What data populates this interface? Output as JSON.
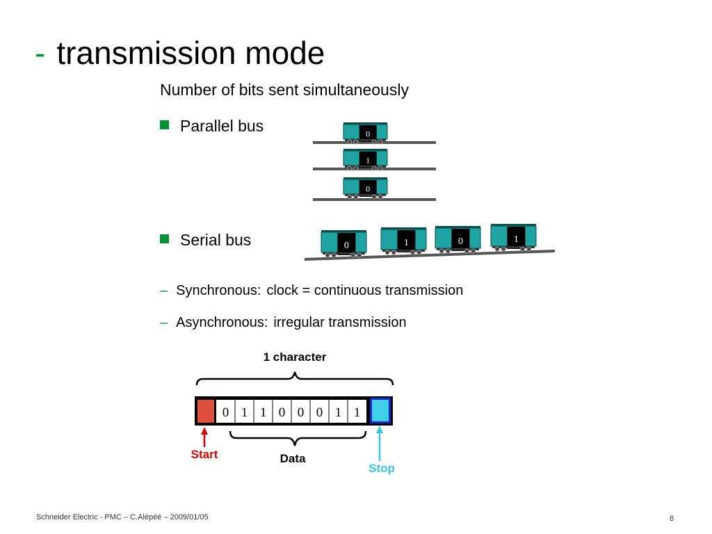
{
  "title": {
    "dash": "-",
    "text": "transmission mode"
  },
  "subtitle": "Number of bits sent simultaneously",
  "bullets": {
    "parallel": "Parallel bus",
    "serial": "Serial bus"
  },
  "subbullets": {
    "dash": "–",
    "sync_label": "Synchronous:",
    "sync_text": "clock = continuous transmission",
    "async_label": "Asynchronous:",
    "async_text": "irregular transmission"
  },
  "parallel_bits": [
    "0",
    "1",
    "0"
  ],
  "serial_bits": [
    "0",
    "1",
    "0",
    "1"
  ],
  "frame": {
    "character_label": "1 character",
    "bits": [
      "0",
      "1",
      "1",
      "0",
      "0",
      "0",
      "1",
      "1"
    ],
    "start_label": "Start",
    "data_label": "Data",
    "stop_label": "Stop"
  },
  "colors": {
    "accent": "#009530",
    "wagon": "#1fa3a3",
    "start": "#e0503f",
    "stop": "#3fd0e8",
    "start_text": "#e00000",
    "stop_text": "#33c8e0"
  },
  "footer": "Schneider Electric - PMC – C.Alépéé – 2009/01/05",
  "page_number": "8"
}
